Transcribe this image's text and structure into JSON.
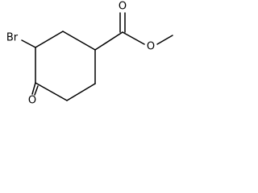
{
  "molecule": {
    "atoms": {
      "bromine": "Br",
      "ketone_oxygen": "O",
      "carbonyl_oxygen": "O",
      "ester_oxygen": "O"
    }
  }
}
